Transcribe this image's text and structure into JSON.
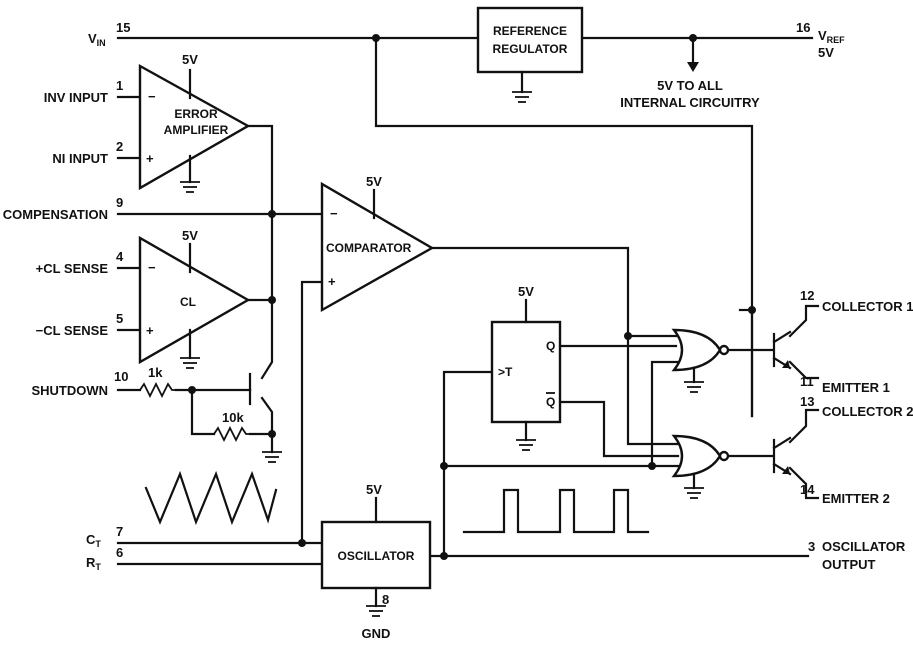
{
  "pins": {
    "vin": {
      "number": "15",
      "label": "V",
      "sub": "IN"
    },
    "vref": {
      "number": "16",
      "label": "V",
      "sub": "REF",
      "value": "5V"
    },
    "inv_input": {
      "number": "1",
      "label": "INV INPUT"
    },
    "ni_input": {
      "number": "2",
      "label": "NI INPUT"
    },
    "compensation": {
      "number": "9",
      "label": "COMPENSATION"
    },
    "cl_plus": {
      "number": "4",
      "label": "+CL SENSE"
    },
    "cl_minus": {
      "number": "5",
      "label": "−CL SENSE"
    },
    "shutdown": {
      "number": "10",
      "label": "SHUTDOWN"
    },
    "ct": {
      "number": "7",
      "label": "C",
      "sub": "T"
    },
    "rt": {
      "number": "6",
      "label": "R",
      "sub": "T"
    },
    "gnd": {
      "number": "8",
      "label": "GND"
    },
    "osc_out": {
      "number": "3",
      "label": "OSCILLATOR",
      "label2": "OUTPUT"
    },
    "collector1": {
      "number": "12",
      "label": "COLLECTOR 1"
    },
    "emitter1": {
      "number": "11",
      "label": "EMITTER 1"
    },
    "collector2": {
      "number": "13",
      "label": "COLLECTOR 2"
    },
    "emitter2": {
      "number": "14",
      "label": "EMITTER 2"
    }
  },
  "blocks": {
    "reference_regulator": [
      "REFERENCE",
      "REGULATOR"
    ],
    "error_amplifier": [
      "ERROR",
      "AMPLIFIER"
    ],
    "comparator": "COMPARATOR",
    "cl": "CL",
    "oscillator": "OSCILLATOR",
    "flipflop_clock": ">T",
    "flipflop_q": "Q",
    "flipflop_qbar": "Q"
  },
  "supply": "5V",
  "internal_note": [
    "5V TO ALL",
    "INTERNAL CIRCUITRY"
  ],
  "resistors": {
    "r1": "1k",
    "r2": "10k"
  },
  "signs": {
    "minus": "−",
    "plus": "+"
  }
}
